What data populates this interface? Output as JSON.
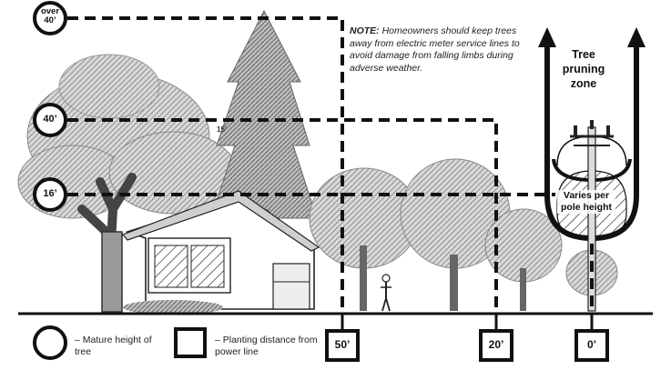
{
  "note": {
    "lead": "NOTE:",
    "text": "Homeowners should keep trees away from electric meter service lines to avoid damage from falling limbs during adverse weather."
  },
  "zone": {
    "label": "Tree pruning zone",
    "varies": "Varies per pole height"
  },
  "heights": [
    {
      "label": "over 40’"
    },
    {
      "label": "40’"
    },
    {
      "label": "16’"
    }
  ],
  "distances": [
    {
      "label": "50’"
    },
    {
      "label": "20’"
    },
    {
      "label": "0’"
    }
  ],
  "legend": {
    "circle": "– Mature height of tree",
    "square": "– Planting distance from power line"
  },
  "tree_mark": "15’",
  "colors": {
    "ink": "#111111",
    "foliage": "#8a8a8a",
    "ground": "#111111"
  }
}
